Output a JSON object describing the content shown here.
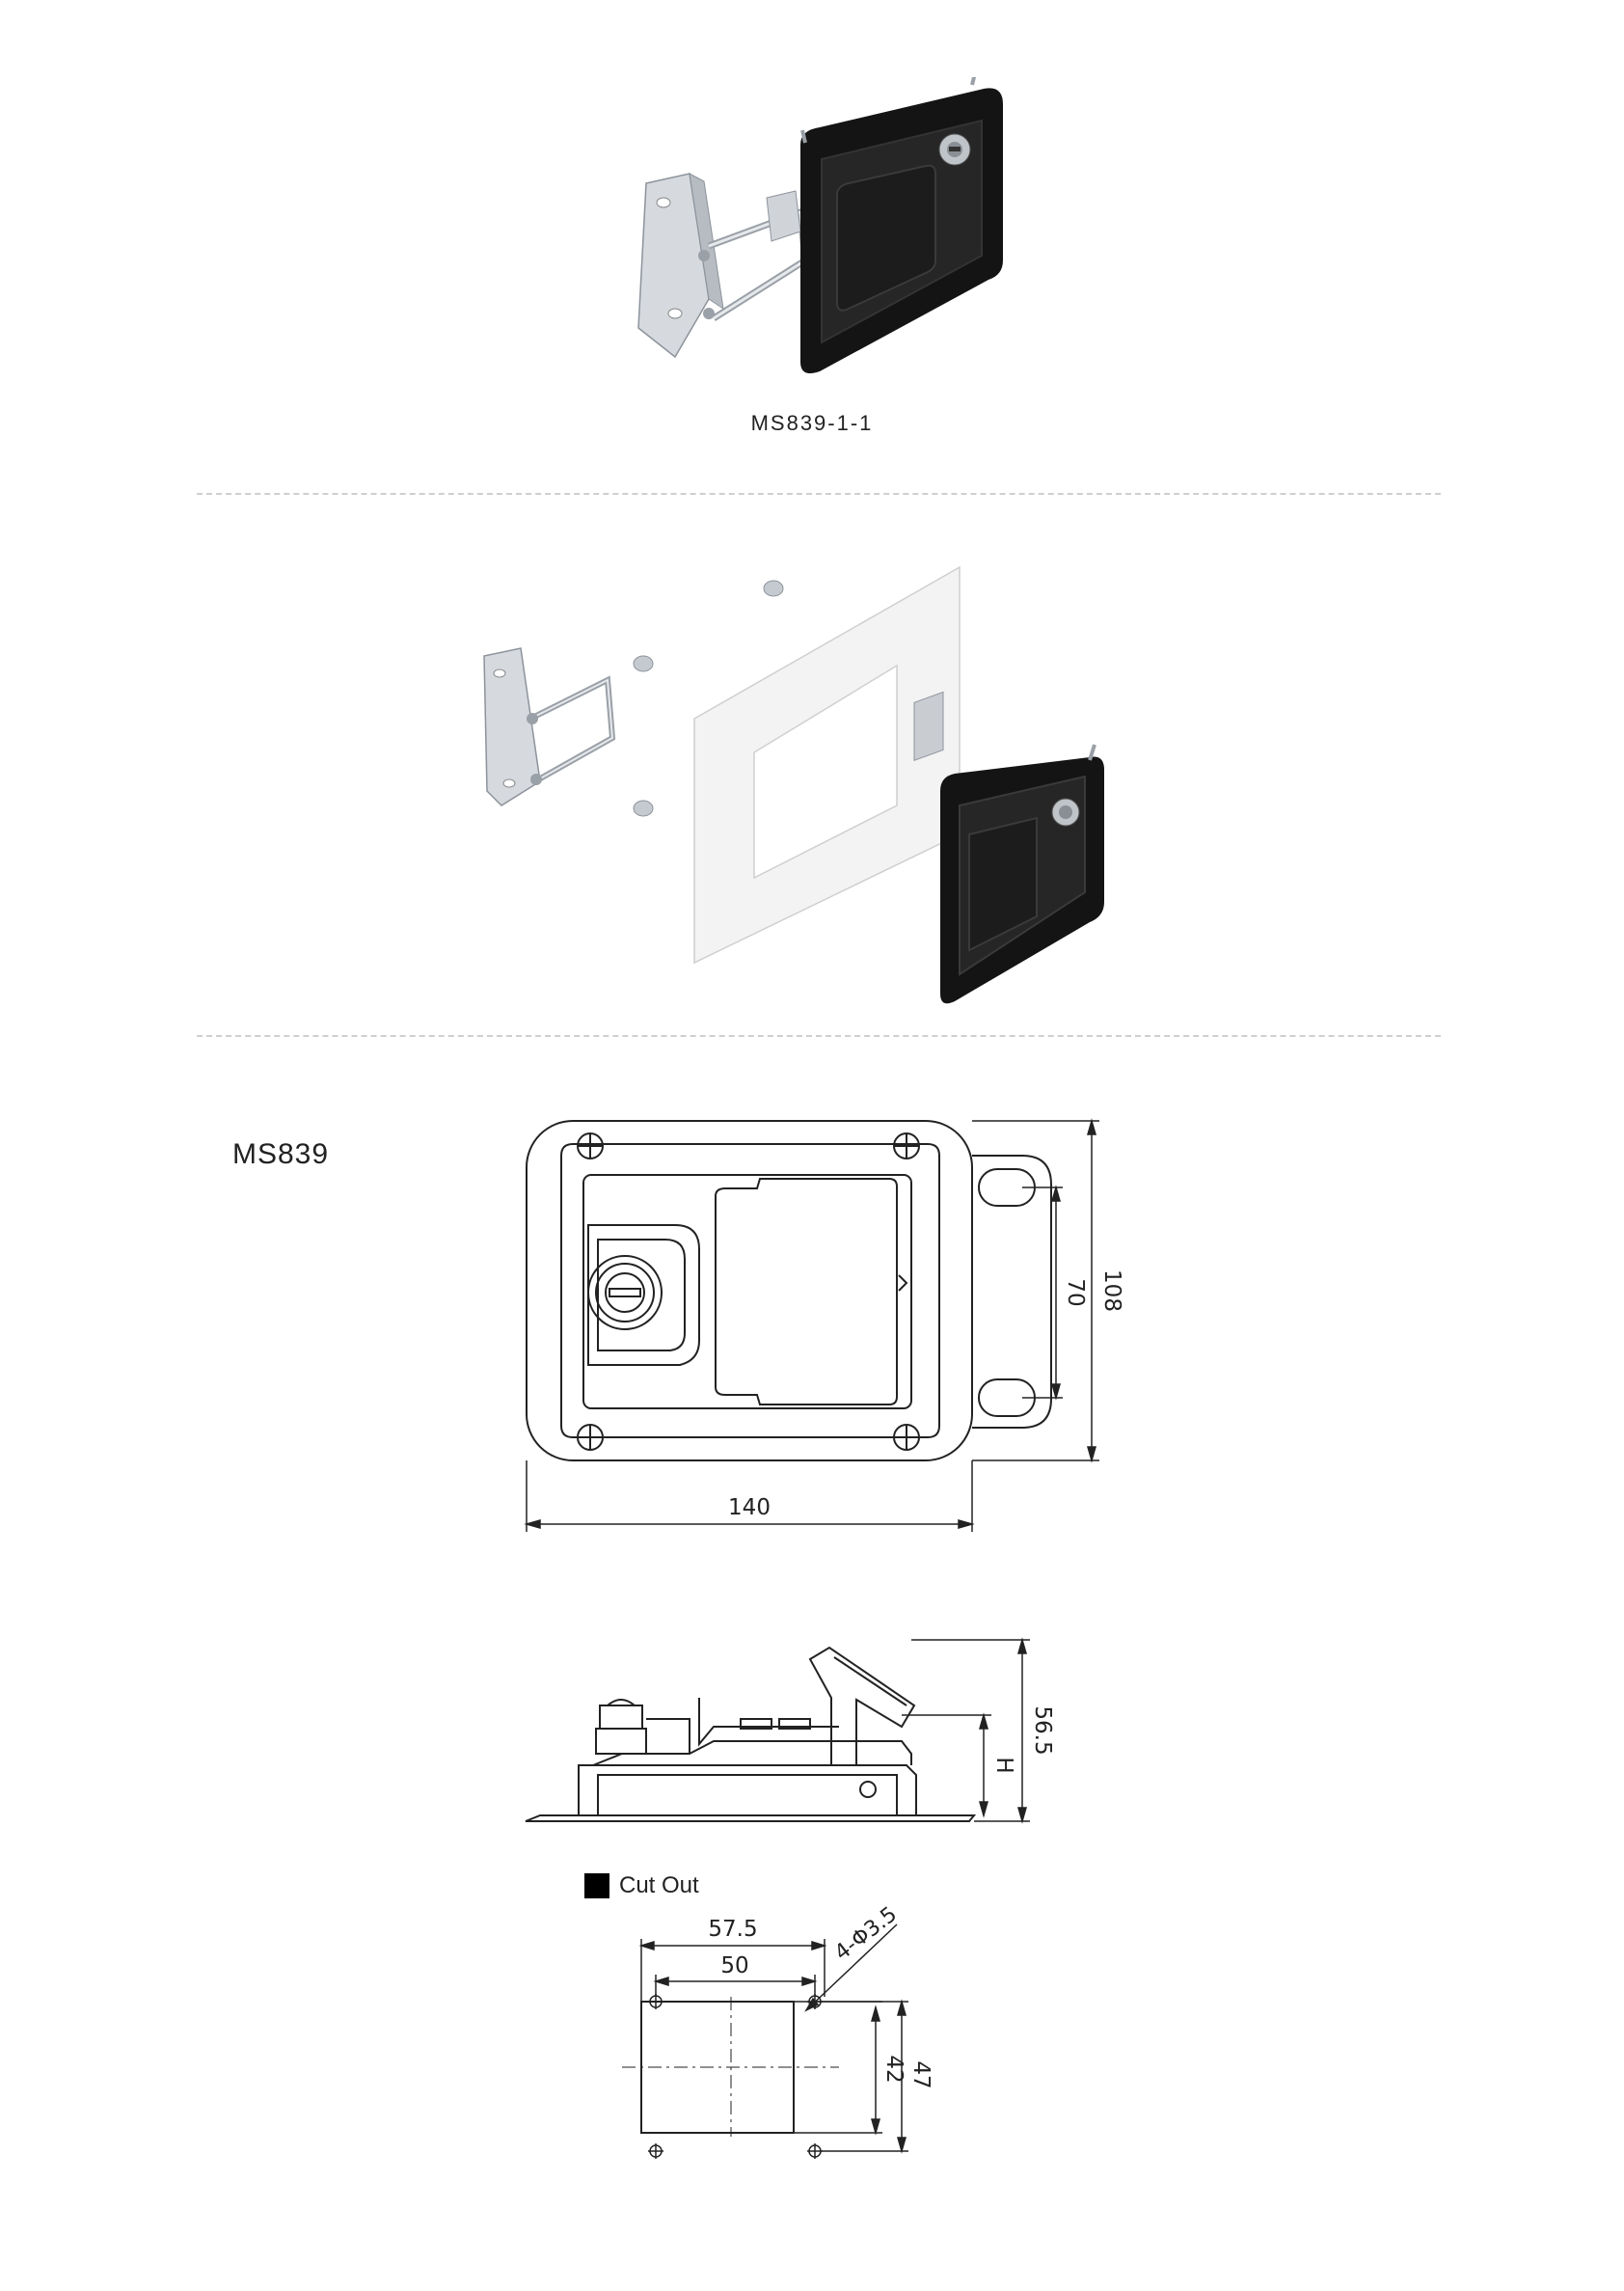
{
  "product_caption": "MS839-1-1",
  "model_label": "MS839",
  "dimensions": {
    "width": "140",
    "height": "108",
    "hole_spacing": "70",
    "depth": "56.5",
    "depth_var": "H"
  },
  "cutout": {
    "legend": "Cut Out",
    "outer_width": "57.5",
    "inner_width": "50",
    "holes": "4-Φ3.5",
    "outer_height": "47",
    "inner_height": "42"
  },
  "colors": {
    "latch_body": "#141414",
    "zinc": "#d9dde2",
    "panel": "#f2f2f2",
    "line": "#222222"
  }
}
